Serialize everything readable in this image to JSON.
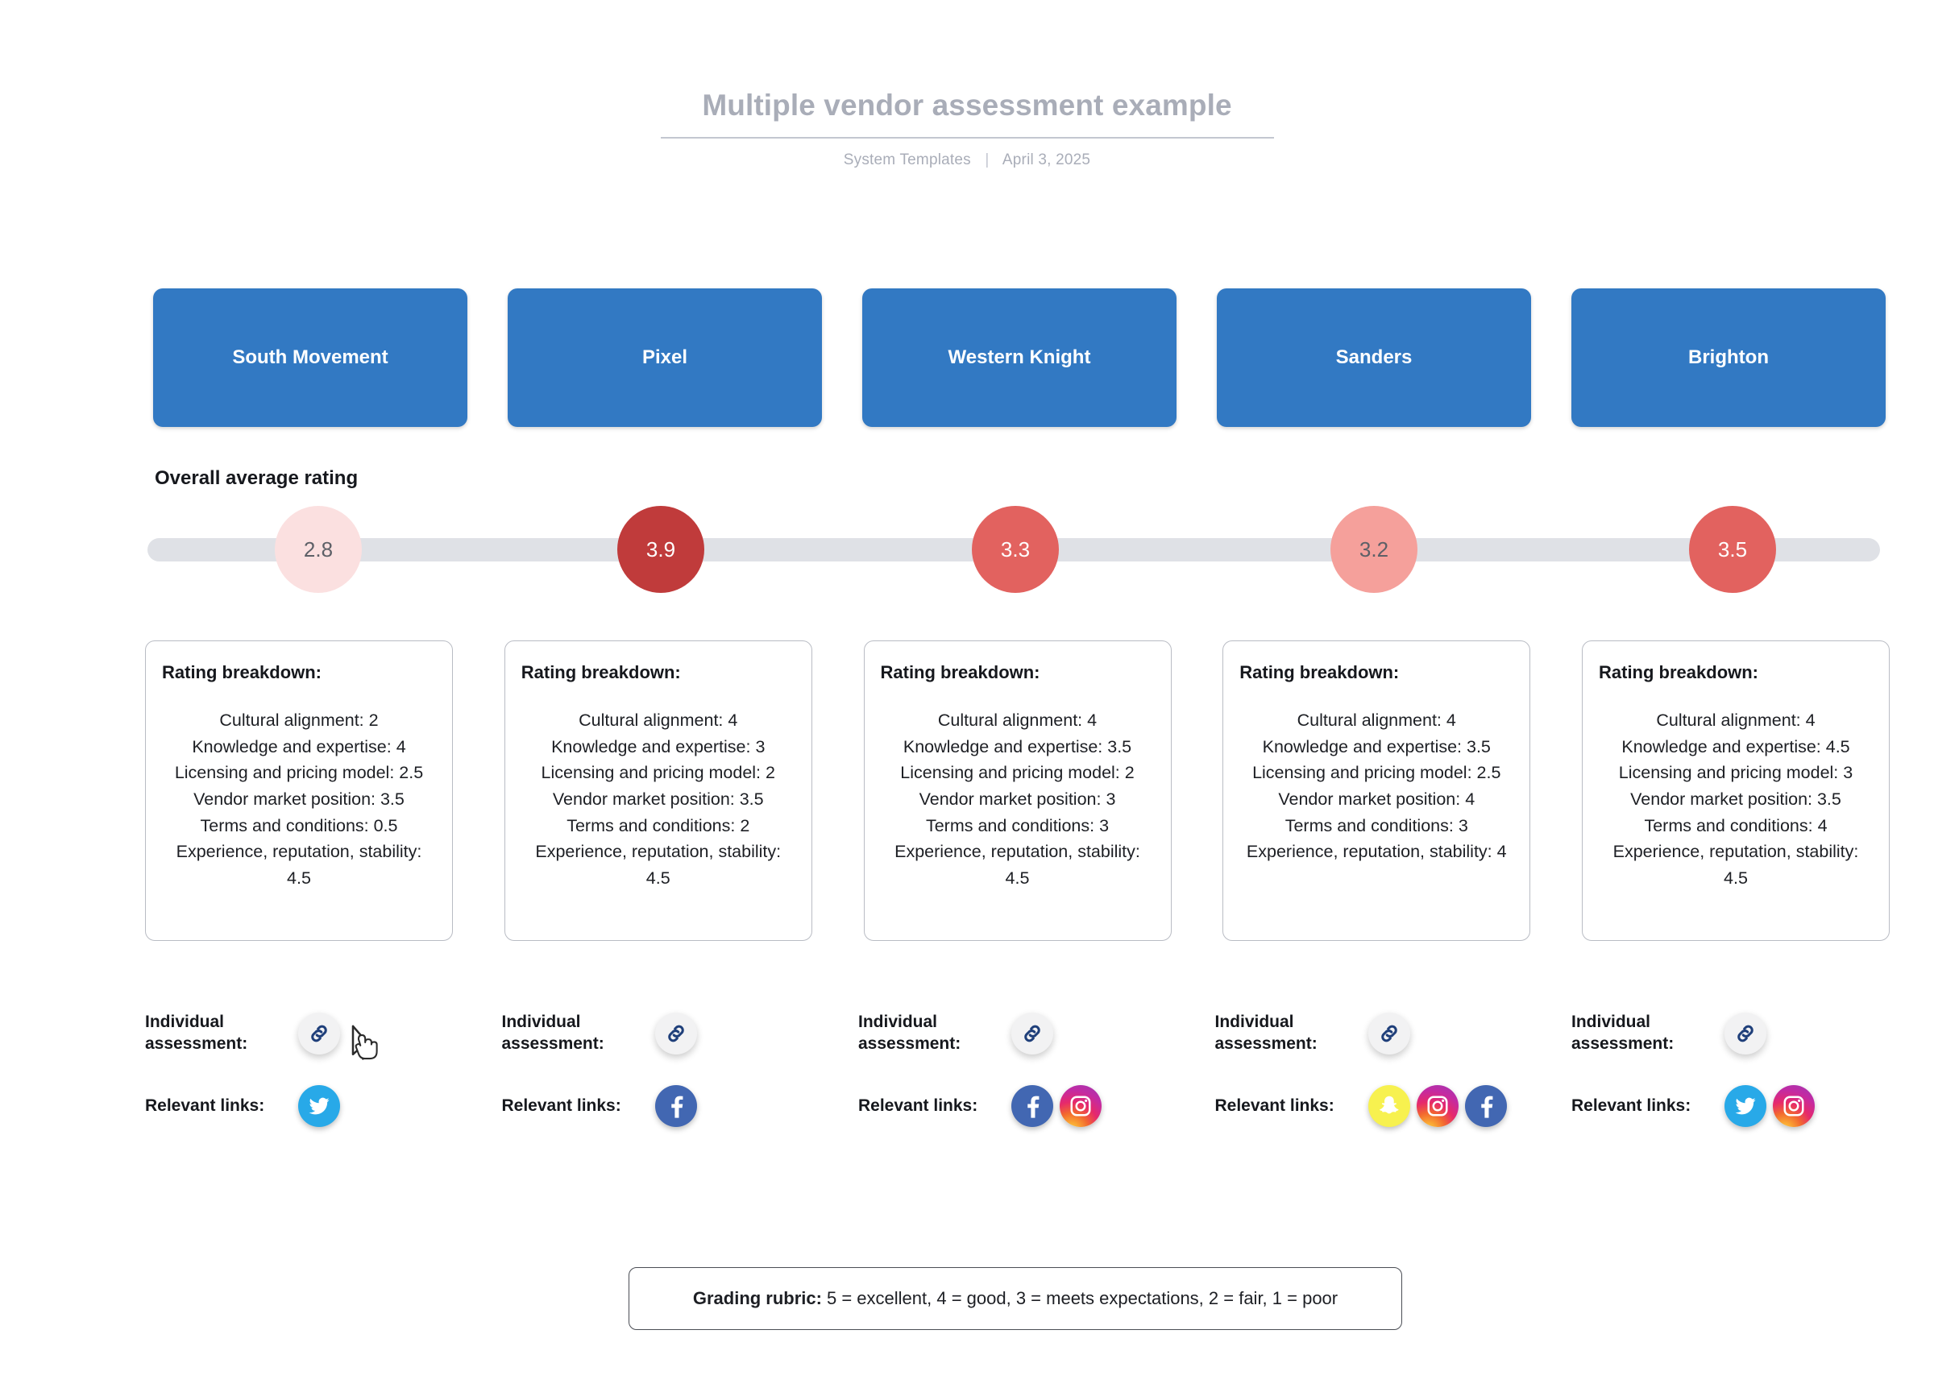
{
  "header": {
    "title": "Multiple vendor assessment example",
    "source": "System Templates",
    "separator": "|",
    "date": "April 3, 2025"
  },
  "colors": {
    "vendor_card": "#3279c3",
    "track": "#dfe1e6",
    "bubble_very_light": "#fbe0e0",
    "bubble_light": "#f5a09b",
    "bubble_medium": "#e2625f",
    "bubble_dark": "#c03b3b",
    "text_dark": "#16181d",
    "title_gray": "#a9adb8",
    "twitter": "#28a9e8",
    "facebook": "#4267b2",
    "snapchat": "#f7f14f"
  },
  "overall": {
    "section_label": "Overall average rating"
  },
  "breakdown": {
    "title": "Rating breakdown:"
  },
  "labels": {
    "individual_assessment": "Individual assessment:",
    "relevant_links": "Relevant links:"
  },
  "vendors": [
    {
      "name": "South Movement",
      "rating": "2.8",
      "rating_value": 2.8,
      "bubble_color": "#fbe0e0",
      "bubble_text_color": "#5d6067",
      "breakdown": [
        "Cultural alignment: 2",
        "Knowledge and expertise: 4",
        "Licensing and pricing model: 2.5",
        "Vendor market position: 3.5",
        "Terms and conditions: 0.5",
        "Experience, reputation, stability: 4.5"
      ],
      "assessment_icon": "link-icon",
      "relevant_links": [
        "twitter-icon"
      ]
    },
    {
      "name": "Pixel",
      "rating": "3.9",
      "rating_value": 3.9,
      "bubble_color": "#c03b3b",
      "bubble_text_color": "#ffffff",
      "breakdown": [
        "Cultural alignment: 4",
        "Knowledge and expertise: 3",
        "Licensing and pricing model: 2",
        "Vendor market position: 3.5",
        "Terms and conditions: 2",
        "Experience, reputation, stability: 4.5"
      ],
      "assessment_icon": "link-icon",
      "relevant_links": [
        "facebook-icon"
      ]
    },
    {
      "name": "Western Knight",
      "rating": "3.3",
      "rating_value": 3.3,
      "bubble_color": "#e2625f",
      "bubble_text_color": "#ffffff",
      "breakdown": [
        "Cultural alignment: 4",
        "Knowledge and expertise: 3.5",
        "Licensing and pricing model: 2",
        "Vendor market position: 3",
        "Terms and conditions: 3",
        "Experience, reputation, stability: 4.5"
      ],
      "assessment_icon": "link-icon",
      "relevant_links": [
        "facebook-icon",
        "instagram-icon"
      ]
    },
    {
      "name": "Sanders",
      "rating": "3.2",
      "rating_value": 3.2,
      "bubble_color": "#f5a09b",
      "bubble_text_color": "#5d6067",
      "breakdown": [
        "Cultural alignment: 4",
        "Knowledge and expertise: 3.5",
        "Licensing and pricing model: 2.5",
        "Vendor market position: 4",
        "Terms and conditions: 3",
        "Experience, reputation, stability: 4"
      ],
      "assessment_icon": "link-icon",
      "relevant_links": [
        "snapchat-icon",
        "instagram-icon",
        "facebook-icon"
      ]
    },
    {
      "name": "Brighton",
      "rating": "3.5",
      "rating_value": 3.5,
      "bubble_color": "#e2625f",
      "bubble_text_color": "#ffffff",
      "breakdown": [
        "Cultural alignment: 4",
        "Knowledge and expertise: 4.5",
        "Licensing and pricing model: 3",
        "Vendor market position: 3.5",
        "Terms and conditions: 4",
        "Experience, reputation, stability: 4.5"
      ],
      "assessment_icon": "link-icon",
      "relevant_links": [
        "twitter-icon",
        "instagram-icon"
      ]
    }
  ],
  "rubric": {
    "label": "Grading rubric:",
    "text": "5 = excellent, 4 = good, 3 = meets expectations, 2 = fair, 1 = poor"
  },
  "chart_data": {
    "type": "bar",
    "title": "Overall average rating",
    "categories": [
      "South Movement",
      "Pixel",
      "Western Knight",
      "Sanders",
      "Brighton"
    ],
    "values": [
      2.8,
      3.9,
      3.3,
      3.2,
      3.5
    ],
    "xlabel": "",
    "ylabel": "Average rating",
    "ylim": [
      0,
      5
    ]
  }
}
